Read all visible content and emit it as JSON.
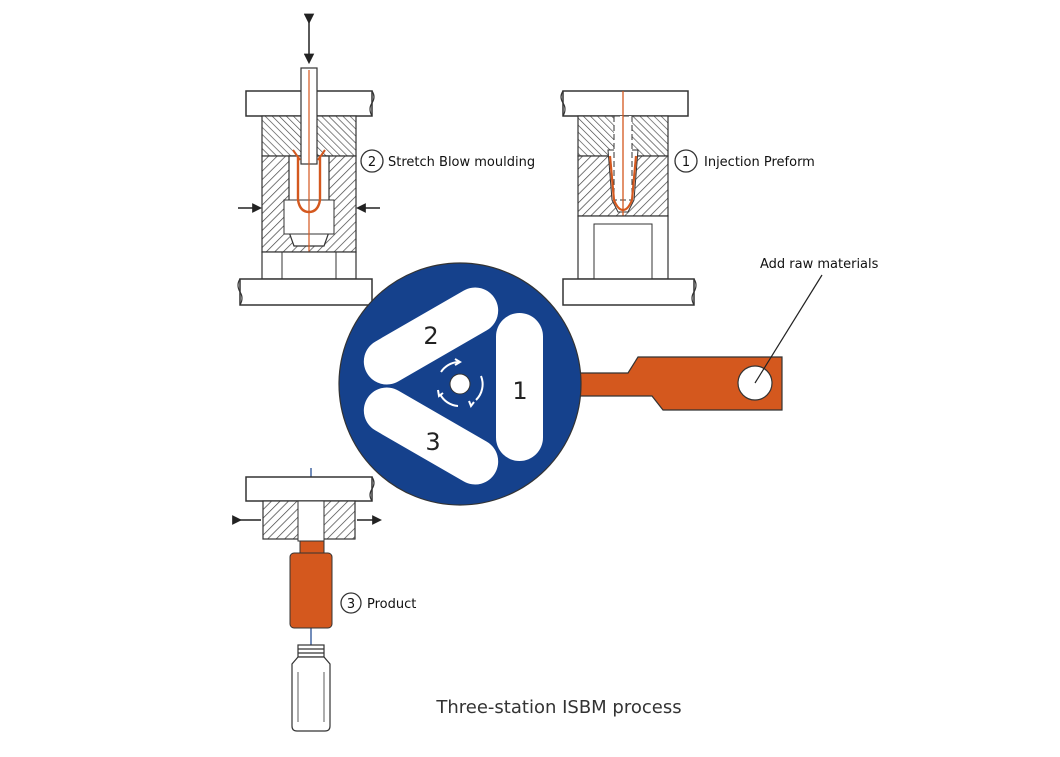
{
  "stations": {
    "s1": {
      "number": "1",
      "label": "Injection Preform"
    },
    "s2": {
      "number": "2",
      "label": "Stretch Blow moulding"
    },
    "s3": {
      "number": "3",
      "label": "Product"
    }
  },
  "turntable": {
    "slot1": "1",
    "slot2": "2",
    "slot3": "3"
  },
  "feed": {
    "label": "Add raw materials"
  },
  "caption": "Three-station ISBM process",
  "colors": {
    "turntable": "#15418c",
    "orange": "#d4581e",
    "line": "#333333"
  }
}
